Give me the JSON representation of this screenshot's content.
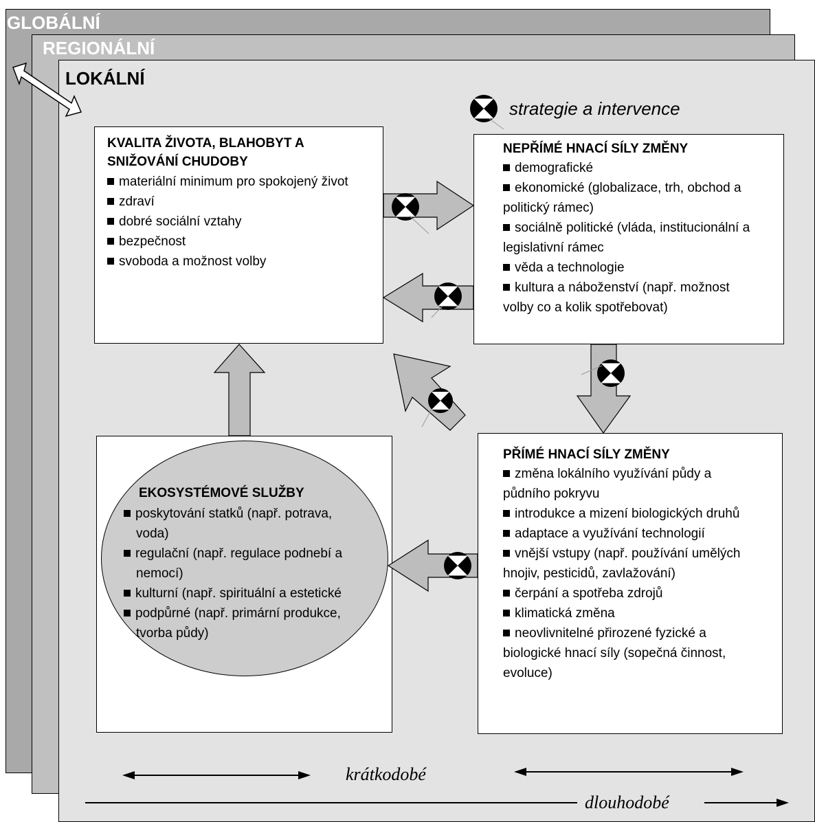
{
  "layers": {
    "global": "GLOBÁLNÍ",
    "regional": "REGIONÁLNÍ",
    "local": "LOKÁLNÍ"
  },
  "legend": {
    "label": "strategie a intervence",
    "icon": "strategy-intervention-icon"
  },
  "boxes": {
    "wellbeing": {
      "title": [
        "KVALITA ŽIVOTA, BLAHOBYT A",
        "SNIŽOVÁNÍ CHUDOBY"
      ],
      "items": [
        "materiální minimum pro spokojený život",
        "zdraví",
        "dobré sociální vztahy",
        "bezpečnost",
        "svoboda a možnost volby"
      ]
    },
    "indirect": {
      "title": "NEPŘÍMÉ HNACÍ SÍLY ZMĚNY",
      "items": [
        [
          "demografické"
        ],
        [
          "ekonomické (globalizace, trh, obchod a",
          "politický rámec)"
        ],
        [
          "sociálně politické (vláda, institucionální a",
          "legislativní rámec"
        ],
        [
          "věda a technologie"
        ],
        [
          "kultura a náboženství (např. možnost",
          "volby co a kolik spotřebovat)"
        ]
      ]
    },
    "direct": {
      "title": "PŘÍMÉ HNACÍ SÍLY ZMĚNY",
      "items": [
        [
          "změna lokálního využívání půdy a",
          "půdního pokryvu"
        ],
        [
          "introdukce a mizení biologických druhů"
        ],
        [
          "adaptace a využívání technologií"
        ],
        [
          "vnější vstupy (např. používání umělých",
          "hnojiv, pesticidů, zavlažování)"
        ],
        [
          "čerpání a spotřeba zdrojů"
        ],
        [
          "klimatická změna"
        ],
        [
          "neovlivnitelné přirozené fyzické a",
          "biologické hnací síly (sopečná činnost,",
          "evoluce)"
        ]
      ]
    },
    "ecosystem": {
      "title": "EKOSYSTÉMOVÉ SLUŽBY",
      "items": [
        [
          "poskytování statků (např. potrava,",
          "voda)"
        ],
        [
          "regulační (např. regulace podnebí a",
          "nemocí)"
        ],
        [
          "kulturní (např. spirituální a estetické"
        ],
        [
          "podpůrné (např. primární produkce,",
          "tvorba půdy)"
        ]
      ]
    }
  },
  "timescales": {
    "short": "krátkodobé",
    "long": "dlouhodobé"
  },
  "colors": {
    "global_layer": "#a9a9a9",
    "regional_layer": "#c0c0c0",
    "local_layer": "#e3e3e3",
    "arrow_fill": "#bdbdbd",
    "ellipse_fill": "#cdcdcd"
  }
}
